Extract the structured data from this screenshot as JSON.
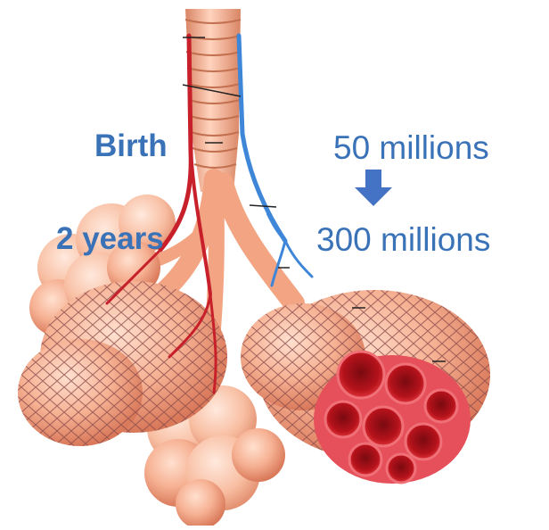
{
  "labels": {
    "birth": "Birth",
    "two_years": "2 years",
    "count_birth": "50 millions",
    "count_two_years": "300 millions"
  },
  "colors": {
    "label_text": "#3a72b8",
    "arrow": "#4472c4",
    "tissue": "#f4a98a",
    "tissue_shadow": "#d9795a",
    "artery": "#c8202a",
    "vein": "#3d86d8",
    "capillary_net": "#8a4a4a",
    "alveolus_cut": "#b5121b"
  },
  "icons": {
    "change_arrow": "down-arrow-icon"
  }
}
